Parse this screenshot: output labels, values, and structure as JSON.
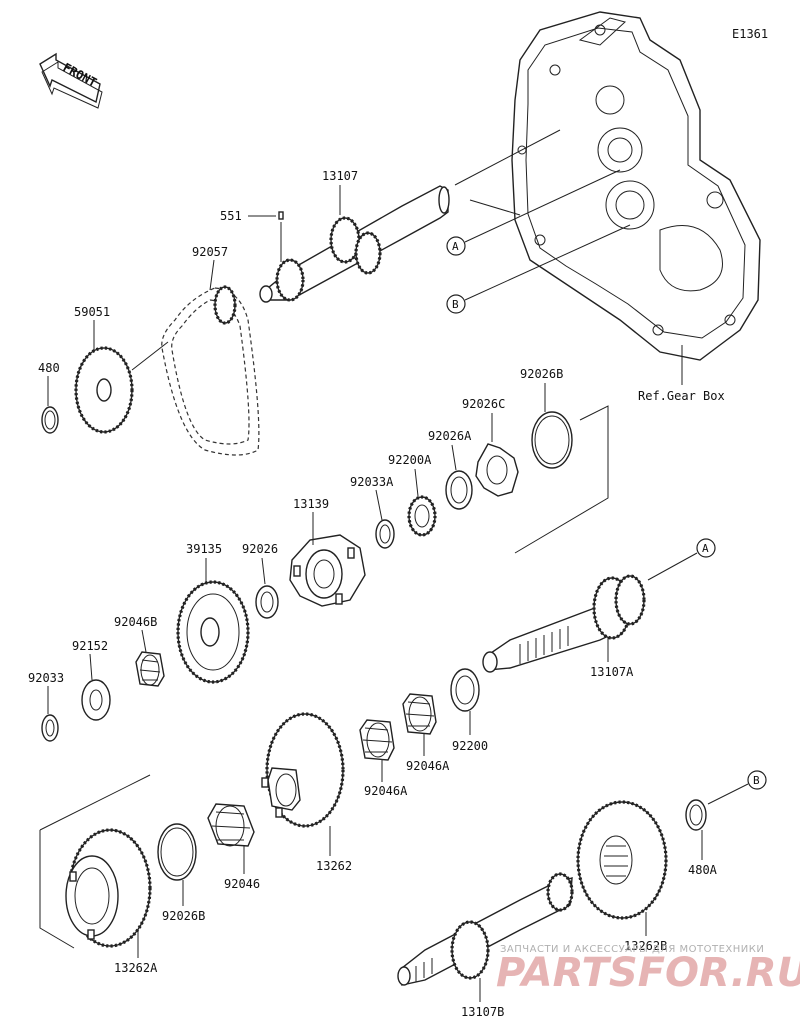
{
  "diagram_code": "E1361",
  "front_label": "FRONT",
  "ref_label": "Ref.Gear Box",
  "callouts": {
    "a": "A",
    "b": "B"
  },
  "parts": {
    "p551": "551",
    "p13107": "13107",
    "p92057": "92057",
    "p59051": "59051",
    "p480": "480",
    "p92026b_top": "92026B",
    "p92026c": "92026C",
    "p92026a": "92026A",
    "p92200a": "92200A",
    "p92033a": "92033A",
    "p13139": "13139",
    "p39135": "39135",
    "p92026": "92026",
    "p92046b": "92046B",
    "p92152": "92152",
    "p92033": "92033",
    "p13107a": "13107A",
    "p92200": "92200",
    "p92046a_1": "92046A",
    "p92046a_2": "92046A",
    "p13262": "13262",
    "p92046": "92046",
    "p92026b_bottom": "92026B",
    "p13262a": "13262A",
    "p480a": "480A",
    "p13262b": "13262B",
    "p13107b": "13107B"
  },
  "watermark": {
    "tagline": "ЗАПЧАСТИ И АКСЕССУАРЫ ДЛЯ МОТОТЕХНИКИ",
    "brand": "PARTSFOR.RU"
  }
}
